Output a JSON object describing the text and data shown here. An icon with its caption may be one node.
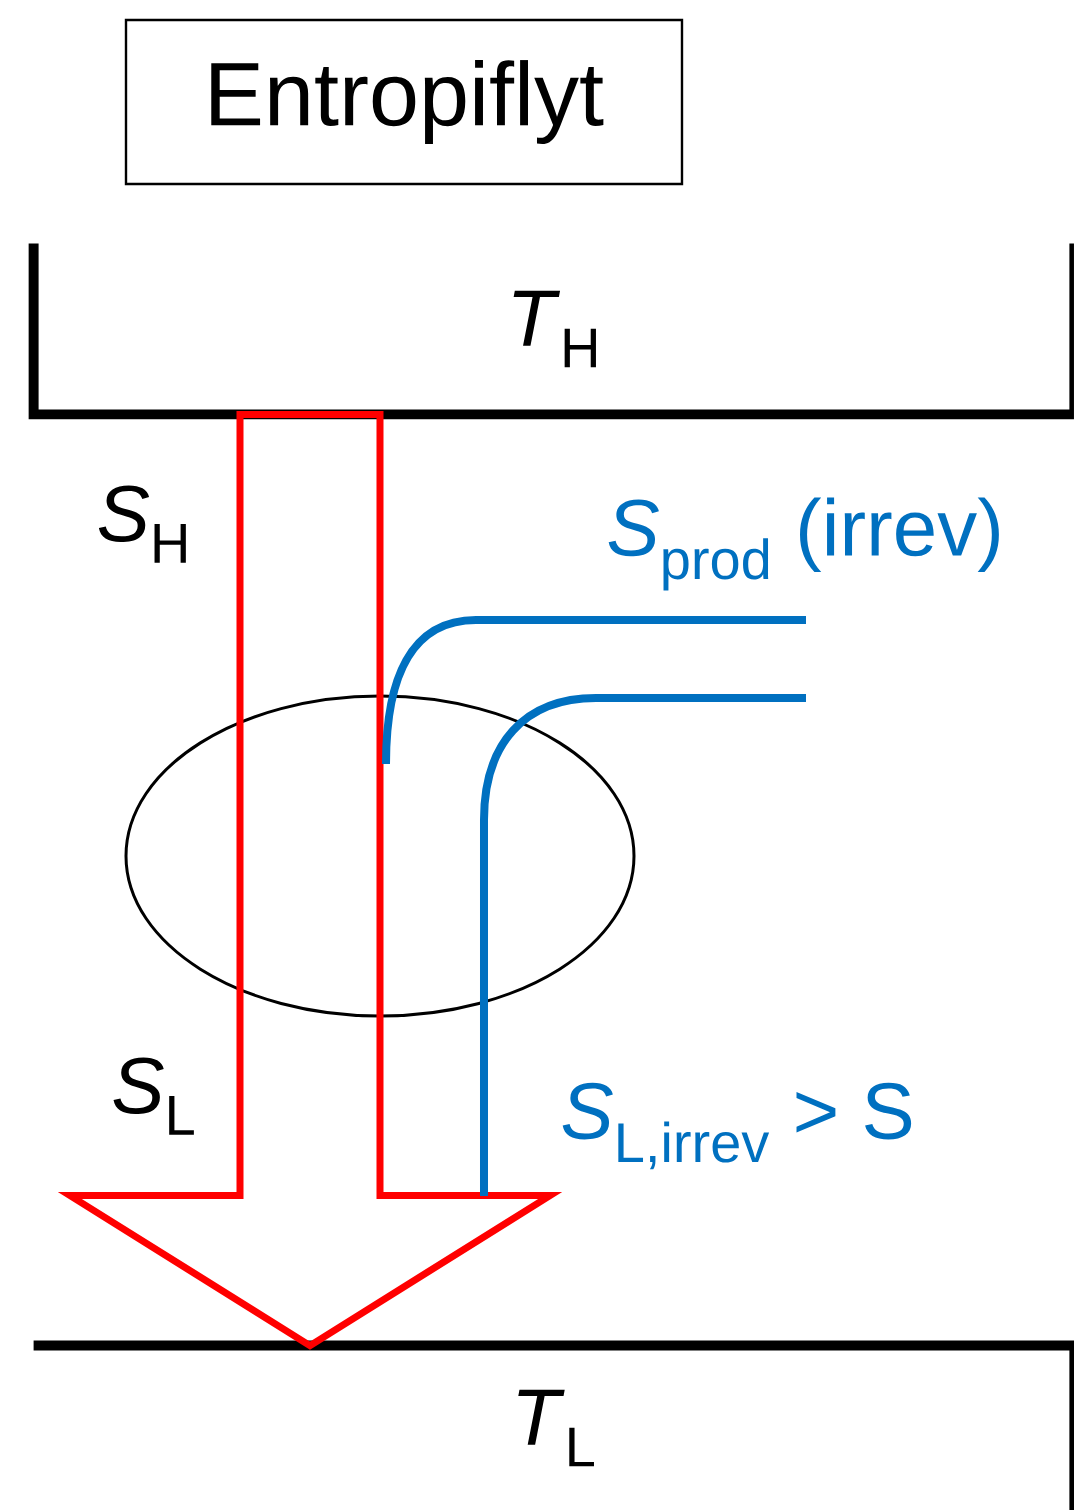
{
  "diagram": {
    "title": "Entropiflyt",
    "nodes": [
      {
        "text": [
          "*T*$_{H}$"
        ]
      },
      {
        "text": [],
        "shape": "circle"
      },
      {
        "text": [
          "*T*$_{L}$"
        ]
      }
    ],
    "edges": [
      {
        "from": 0,
        "to": 2,
        "arrow": "to"
      }
    ],
    "labels": [
      "*S*$_{H}$",
      "*S*$_{prod}$ (irrev)",
      "*S*$_{L}$",
      "*S*$_{L,irrev}$ > S"
    ]
  }
}
